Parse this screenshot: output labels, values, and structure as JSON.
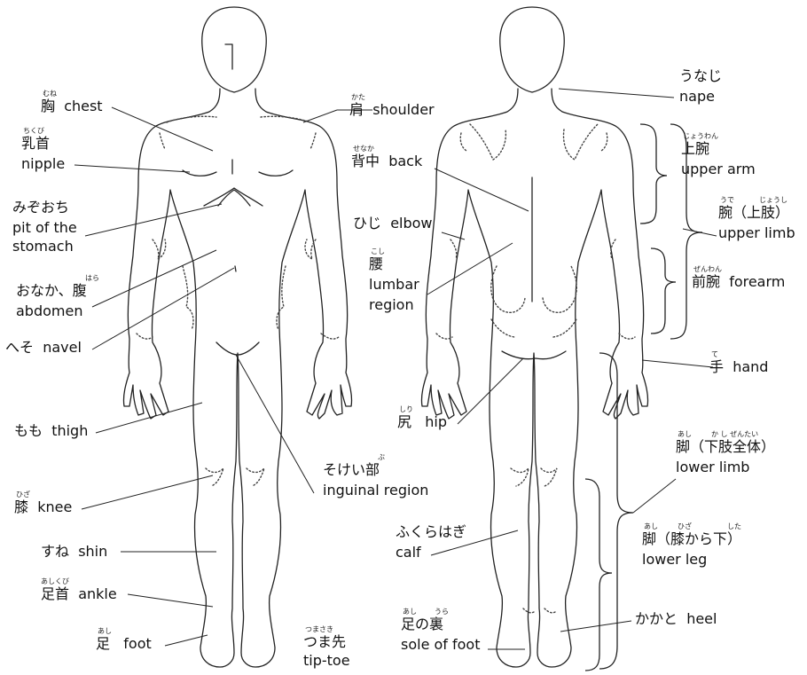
{
  "labels": {
    "chest": {
      "jp": "胸",
      "jp_ruby": "むね",
      "en": "chest"
    },
    "nipple": {
      "jp": "乳首",
      "jp_ruby": "ちくび",
      "en": "nipple"
    },
    "pit": {
      "jp": "みぞおち",
      "en_1": "pit of the",
      "en_2": "stomach"
    },
    "abdomen": {
      "jp": "おなか、腹",
      "jp_ruby": "はら",
      "en": "abdomen"
    },
    "navel": {
      "jp": "へそ",
      "en": "navel"
    },
    "thigh": {
      "jp": "もも",
      "en": "thigh"
    },
    "knee": {
      "jp": "膝",
      "jp_ruby": "ひざ",
      "en": "knee"
    },
    "shin": {
      "jp": "すね",
      "en": "shin"
    },
    "ankle": {
      "jp": "足首",
      "jp_ruby": "あしくび",
      "en": "ankle"
    },
    "foot": {
      "jp": "足",
      "jp_ruby": "あし",
      "en": "foot"
    },
    "tiptoe": {
      "jp": "つま先",
      "jp_ruby": "つまさき",
      "en": "tip-toe"
    },
    "shoulder": {
      "jp": "肩",
      "jp_ruby": "かた",
      "en": "shoulder"
    },
    "back": {
      "jp": "背中",
      "jp_ruby": "せなか",
      "en": "back"
    },
    "elbow": {
      "jp": "ひじ",
      "en": "elbow"
    },
    "lumbar": {
      "jp": "腰",
      "jp_ruby": "こし",
      "en_1": "lumbar",
      "en_2": "region"
    },
    "hip": {
      "jp": "尻",
      "jp_ruby": "しり",
      "en": "hip"
    },
    "inguinal": {
      "jp": "そけい部",
      "jp_ruby": "ぶ",
      "en": "inguinal region"
    },
    "calf": {
      "jp": "ふくらはぎ",
      "en": "calf"
    },
    "sole": {
      "jp": "足の裏",
      "jp_ruby_1": "あし",
      "jp_ruby_2": "うら",
      "en": "sole of foot"
    },
    "nape": {
      "jp": "うなじ",
      "en": "nape"
    },
    "upper_arm": {
      "jp": "上腕",
      "jp_ruby": "じょうわん",
      "en": "upper arm"
    },
    "upper_limb": {
      "jp": "腕（上肢）",
      "jp_ruby_1": "うで",
      "jp_ruby_2": "じょうし",
      "en": "upper limb"
    },
    "forearm": {
      "jp": "前腕",
      "jp_ruby": "ぜんわん",
      "en": "forearm"
    },
    "hand": {
      "jp": "手",
      "jp_ruby": "て",
      "en": "hand"
    },
    "lower_limb": {
      "jp": "脚（下肢全体）",
      "jp_ruby_1": "あし",
      "jp_ruby_2": "か し ぜんたい",
      "en": "lower limb"
    },
    "lower_leg": {
      "jp": "脚（膝から下）",
      "jp_ruby_1": "あし",
      "jp_ruby_2": "ひざ",
      "jp_ruby_3": "した",
      "en": "lower leg"
    },
    "heel": {
      "jp": "かかと",
      "en": "heel"
    }
  }
}
